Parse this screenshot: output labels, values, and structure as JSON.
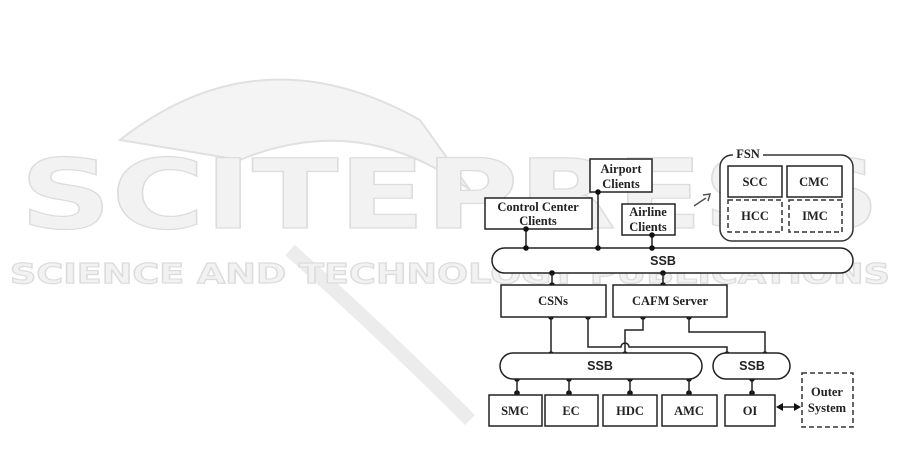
{
  "watermark": {
    "title": "SCITEPRESS",
    "subtitle": "SCIENCE AND TECHNOLOGY PUBLICATIONS"
  },
  "diagram": {
    "clients": {
      "airport": [
        "Airport",
        "Clients"
      ],
      "control_center": [
        "Control Center",
        "Clients"
      ],
      "airline": [
        "Airline",
        "Clients"
      ]
    },
    "fsn": {
      "label": "FSN",
      "scc": "SCC",
      "cmc": "CMC",
      "hcc": "HCC",
      "imc": "IMC"
    },
    "ssb_top": "SSB",
    "csns": "CSNs",
    "cafm": "CAFM Server",
    "ssb_left": "SSB",
    "ssb_right": "SSB",
    "bottom": {
      "smc": "SMC",
      "ec": "EC",
      "hdc": "HDC",
      "amc": "AMC",
      "oi": "OI"
    },
    "outer": [
      "Outer",
      "System"
    ]
  }
}
